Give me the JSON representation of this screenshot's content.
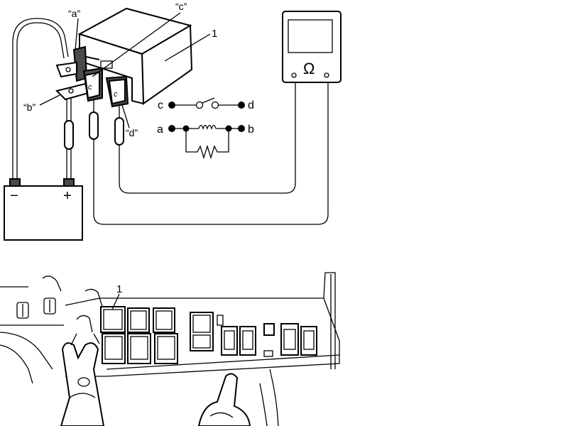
{
  "top_diagram": {
    "callout_number": "1",
    "label_a": "“a”",
    "label_b": "“b”",
    "label_c": "“c”",
    "label_d": "“d”",
    "terminal_c": "c",
    "terminal_d": "d",
    "terminal_a": "a",
    "terminal_b": "b",
    "battery_minus": "−",
    "battery_plus": "+",
    "meter_symbol": "Ω"
  },
  "bottom_illustration": {
    "callout_number": "1"
  }
}
